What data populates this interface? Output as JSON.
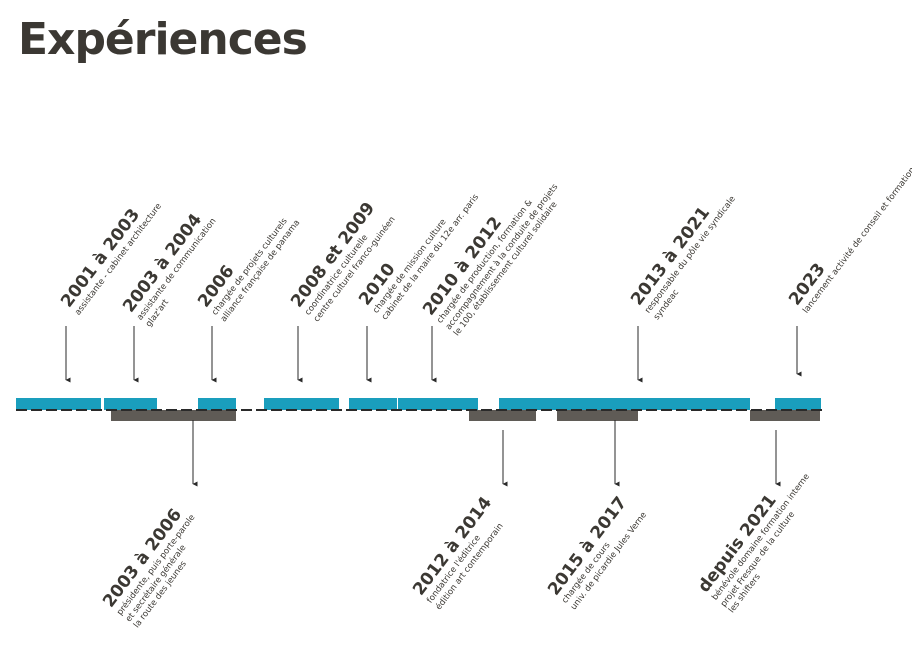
{
  "page": {
    "title": "Expériences"
  },
  "colors": {
    "top_bar": "#1a9ebd",
    "bottom_bar": "#5f5b56",
    "axis": "#2a2a2a",
    "text": "#3b3833"
  },
  "top_entries": [
    {
      "year": "2001 à 2003",
      "lines": [
        "assistante - cabinet architecture"
      ]
    },
    {
      "year": "2003 à 2004",
      "lines": [
        "assistante de communication",
        "glaz'art"
      ]
    },
    {
      "year": "2006",
      "lines": [
        "chargée de projets culturels",
        "alliance française de panama"
      ]
    },
    {
      "year": "2008 et 2009",
      "lines": [
        "coordinatrice culturelle",
        "centre culturel franco-guinéen"
      ]
    },
    {
      "year": "2010",
      "lines": [
        "chargée de mission culture",
        "cabinet de la maire du 12e arr. paris"
      ]
    },
    {
      "year": "2010 à 2012",
      "lines": [
        "chargée de production, formation &",
        "accompagnement à la conduite de projets",
        "le 100, établissement culturel solidaire"
      ]
    },
    {
      "year": "2013 à 2021",
      "lines": [
        "responsable du pôle vie syndicale",
        "syndeac"
      ]
    },
    {
      "year": "2023",
      "lines": [
        "lancement activité de conseil et formation"
      ]
    }
  ],
  "bottom_entries": [
    {
      "year": "2003 à 2006",
      "lines": [
        "présidente, puis porte-parole",
        "et secrétaire générale",
        "la route des jeunes"
      ]
    },
    {
      "year": "2012 à 2014",
      "lines": [
        "fondatrice l'éditrice",
        "édition art contemporain"
      ]
    },
    {
      "year": "2015 à 2017",
      "lines": [
        "chargée de cours",
        "univ. de picardie Jules Verne"
      ]
    },
    {
      "year": "depuis 2021",
      "lines": [
        "bénévole domaine formation interne",
        "projet Fresque de la culture",
        "les shifters"
      ]
    }
  ]
}
